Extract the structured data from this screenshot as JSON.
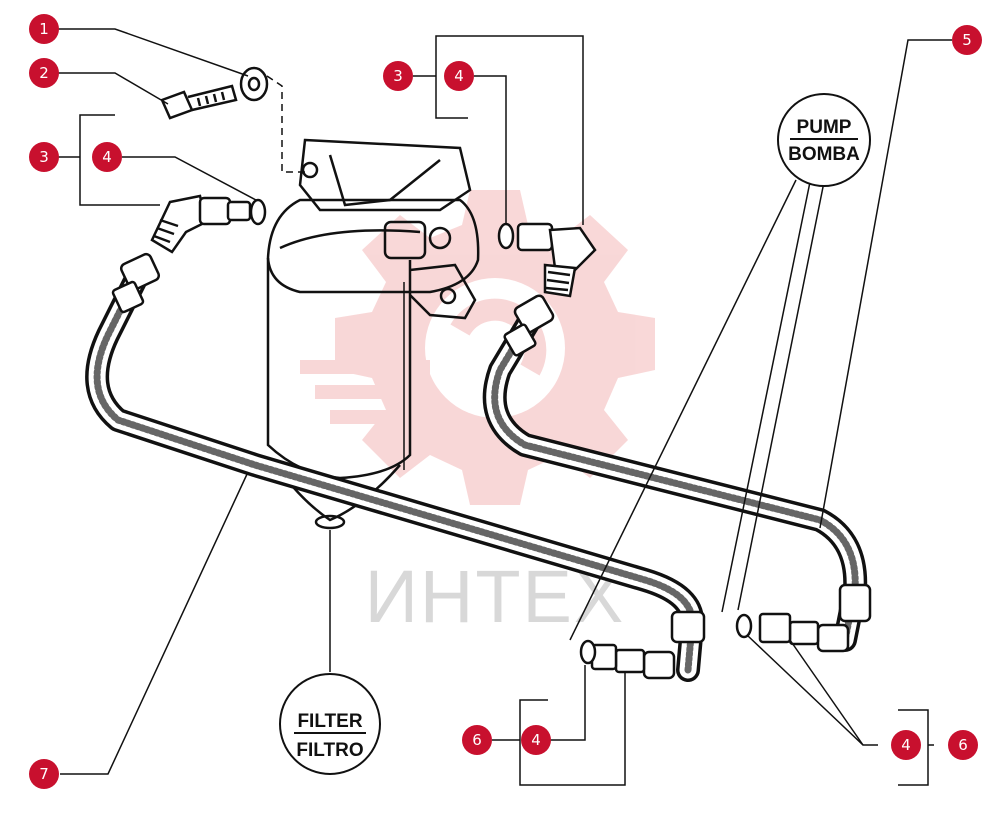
{
  "colors": {
    "badge": "#c8102e",
    "line": "#111111",
    "watermark_gear": "#f4b8b8",
    "watermark_text": "#d4d4d4"
  },
  "watermark": {
    "text": "ИНТЕХ"
  },
  "labels": {
    "pump_line1": "PUMP",
    "pump_line2": "BOMBA",
    "filter_line1": "FILTER",
    "filter_line2": "FILTRO"
  },
  "badges": {
    "b1": "1",
    "b2": "2",
    "b3a": "3",
    "b4a": "4",
    "b3b": "3",
    "b4b": "4",
    "b5": "5",
    "b6a": "6",
    "b4c": "4",
    "b4d": "4",
    "b6b": "6",
    "b7": "7"
  }
}
